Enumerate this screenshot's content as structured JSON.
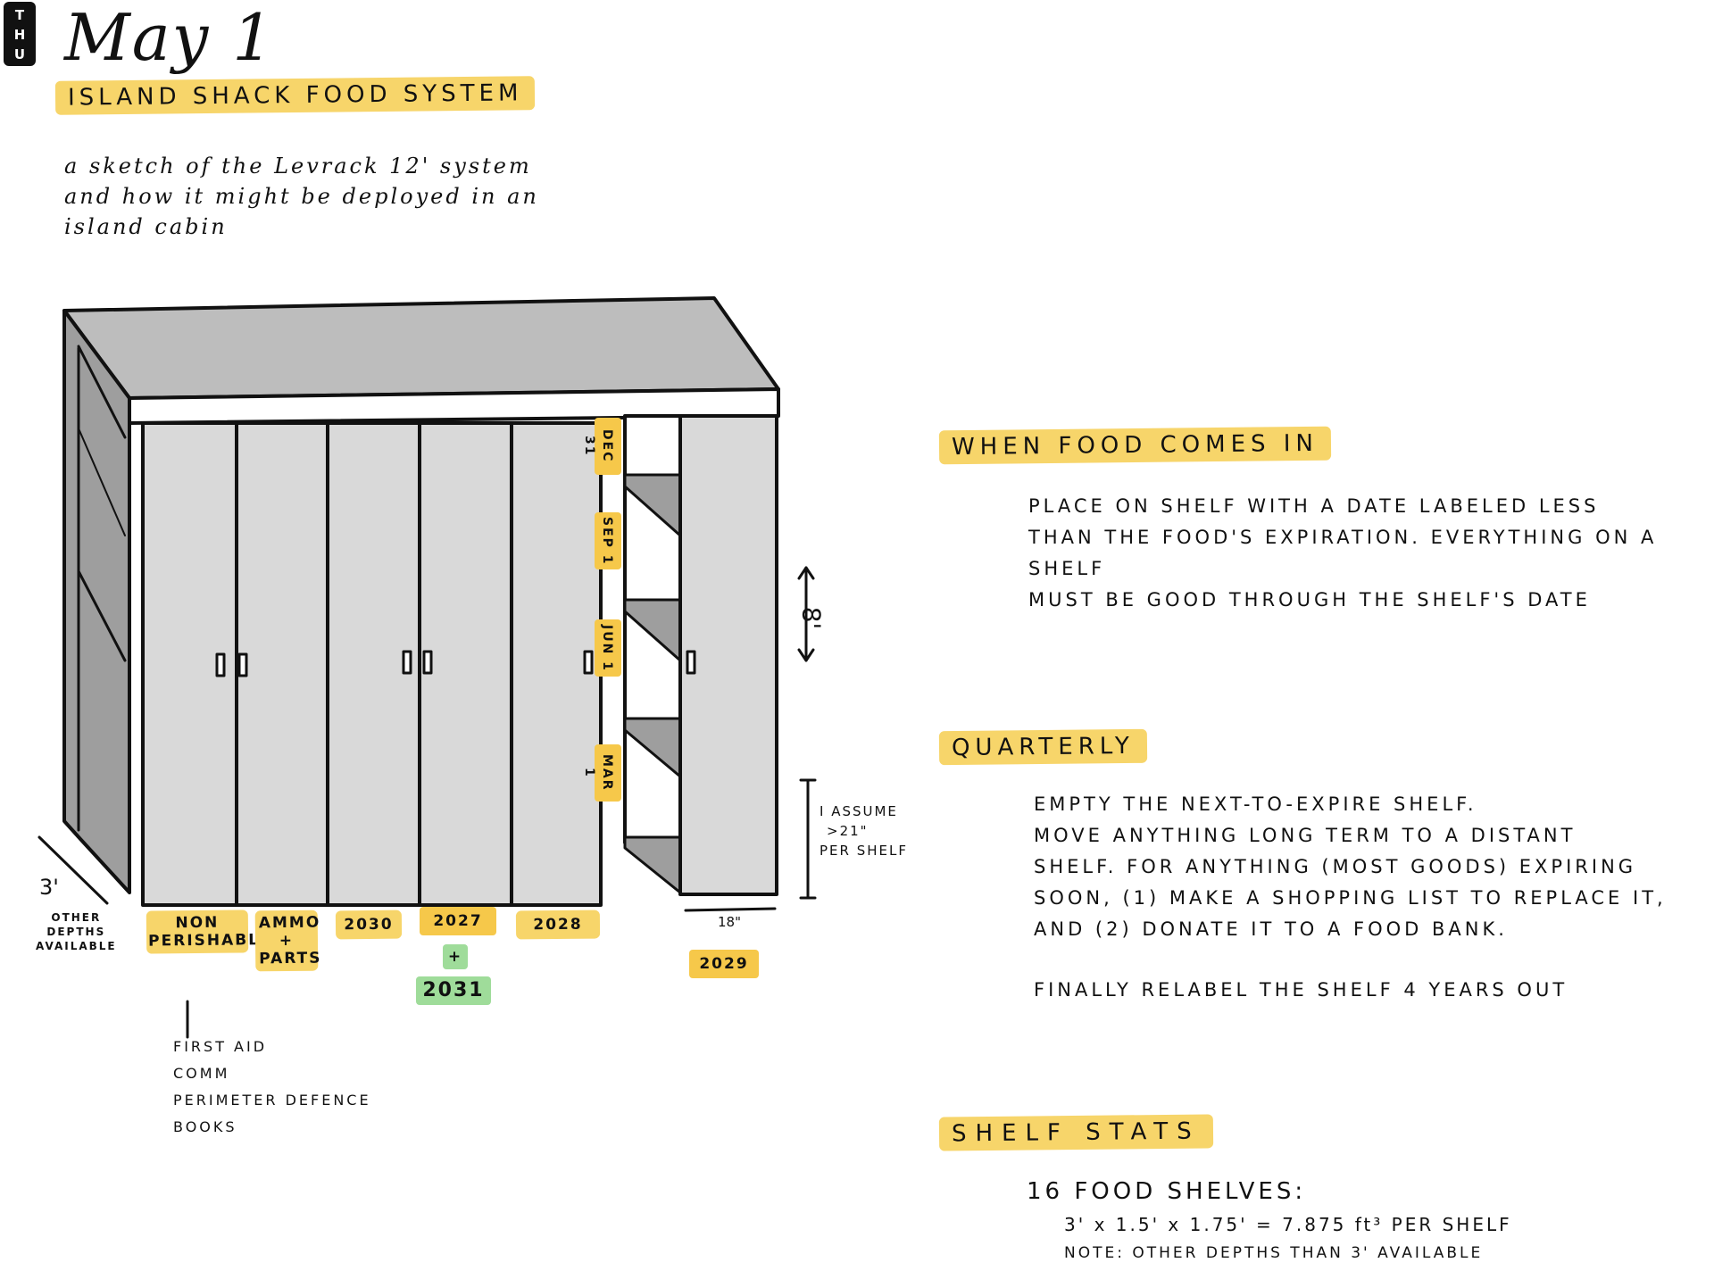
{
  "header": {
    "day_abbrev": [
      "T",
      "H",
      "U"
    ],
    "date": "May 1",
    "title": "ISLAND SHACK FOOD SYSTEM",
    "intro_lines": [
      "a sketch of the Levrack 12' system",
      "and how it might be deployed in an",
      "island cabin"
    ]
  },
  "sketch": {
    "shelf_dates": [
      "DEC 31",
      "SEP 1",
      "JUN 1",
      "MAR 1"
    ],
    "height_label": "8'",
    "assume_lines": [
      "I ASSUME",
      ">21\"",
      "PER SHELF"
    ],
    "width_label": "18\"",
    "depth_label": "3'",
    "depth_note_lines": [
      "OTHER",
      "DEPTHS",
      "AVAILABLE"
    ],
    "column_labels": {
      "non_perishables": [
        "NON",
        "PERISHABLES"
      ],
      "ammo": [
        "AMMO",
        "+",
        "PARTS"
      ],
      "c2030": "2030",
      "c2027": "2027",
      "plus": "+",
      "c2031": "2031",
      "c2028": "2028",
      "c2029": "2029"
    },
    "non_perishable_items": [
      "FIRST AID",
      "COMM",
      "PERIMETER DEFENCE",
      "BOOKS"
    ]
  },
  "colors": {
    "highlight_yellow": "#f7d56a",
    "highlight_orange": "#f6c84a",
    "highlight_green": "#9fdc9a",
    "panel_gray": "#d9d9d9",
    "top_gray": "#bdbdbd"
  },
  "sections": {
    "when_food": {
      "heading": "WHEN FOOD COMES IN",
      "lines": [
        "PLACE ON SHELF WITH A DATE LABELED LESS",
        "THAN THE FOOD'S EXPIRATION. EVERYTHING ON A SHELF",
        "MUST BE GOOD THROUGH THE SHELF'S DATE"
      ]
    },
    "quarterly": {
      "heading": "QUARTERLY",
      "lines": [
        "EMPTY THE NEXT-TO-EXPIRE SHELF.",
        "MOVE ANYTHING LONG TERM TO A DISTANT",
        "SHELF. FOR ANYTHING (MOST GOODS) EXPIRING",
        "SOON, (1) MAKE A SHOPPING LIST TO REPLACE IT,",
        "AND (2) DONATE IT TO A FOOD BANK."
      ],
      "final_line": "FINALLY RELABEL THE SHELF 4 YEARS OUT"
    },
    "stats": {
      "heading": "SHELF STATS",
      "count_line": "16 FOOD SHELVES:",
      "calc_line": "3' x 1.5' x 1.75' = 7.875 ft³ PER SHELF",
      "note_line": "NOTE: OTHER DEPTHS THAN 3' AVAILABLE"
    }
  }
}
